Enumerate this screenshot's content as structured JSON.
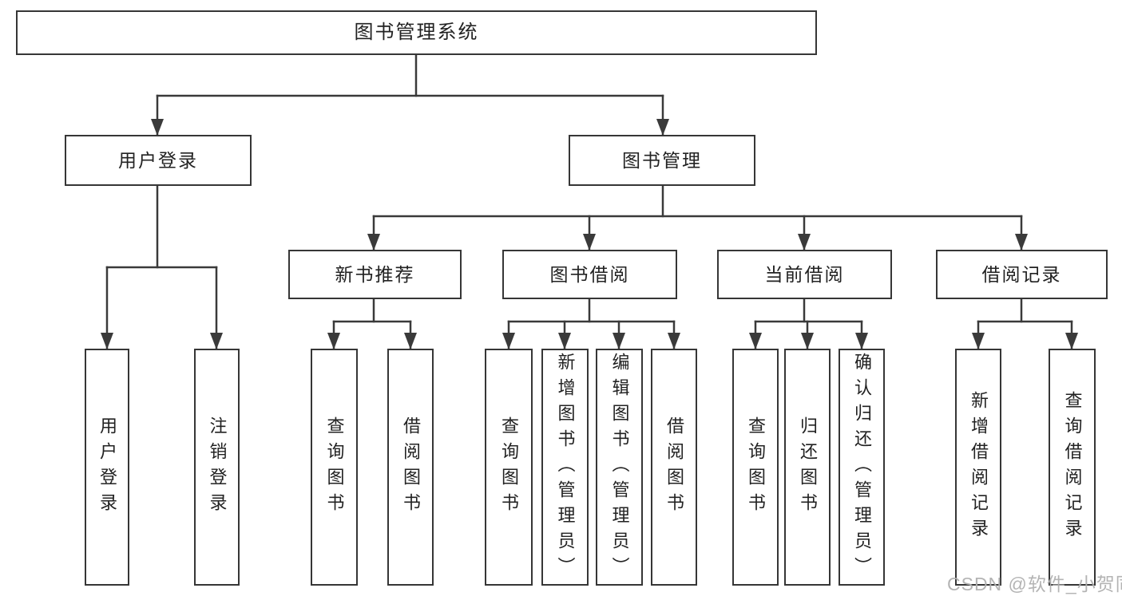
{
  "diagram": {
    "title": "图书管理系统",
    "root": {
      "label": "图书管理系统"
    },
    "level2": [
      {
        "id": "user-login",
        "label": "用户登录"
      },
      {
        "id": "book-management",
        "label": "图书管理"
      }
    ],
    "level3": [
      {
        "id": "new-book-recommend",
        "label": "新书推荐"
      },
      {
        "id": "book-borrow",
        "label": "图书借阅"
      },
      {
        "id": "current-borrow",
        "label": "当前借阅"
      },
      {
        "id": "borrow-records",
        "label": "借阅记录"
      }
    ],
    "leaves": [
      {
        "parent": "用户登录",
        "label": "用户登录"
      },
      {
        "parent": "用户登录",
        "label": "注销登录"
      },
      {
        "parent": "新书推荐",
        "label": "查询图书"
      },
      {
        "parent": "新书推荐",
        "label": "借阅图书"
      },
      {
        "parent": "图书借阅",
        "label": "查询图书"
      },
      {
        "parent": "图书借阅",
        "label": "新增图书（管理员）"
      },
      {
        "parent": "图书借阅",
        "label": "编辑图书（管理员）"
      },
      {
        "parent": "图书借阅",
        "label": "借阅图书"
      },
      {
        "parent": "当前借阅",
        "label": "查询图书"
      },
      {
        "parent": "当前借阅",
        "label": "归还图书"
      },
      {
        "parent": "当前借阅",
        "label": "确认归还（管理员）"
      },
      {
        "parent": "借阅记录",
        "label": "新增借阅记录"
      },
      {
        "parent": "借阅记录",
        "label": "查询借阅记录"
      }
    ]
  },
  "colors": {
    "line": "#3a3a3a",
    "box_border": "#363636",
    "text": "#222222",
    "watermark": "#b0b0b0",
    "background": "#ffffff"
  },
  "watermark": {
    "text": "CSDN @软件_小贺同学"
  }
}
